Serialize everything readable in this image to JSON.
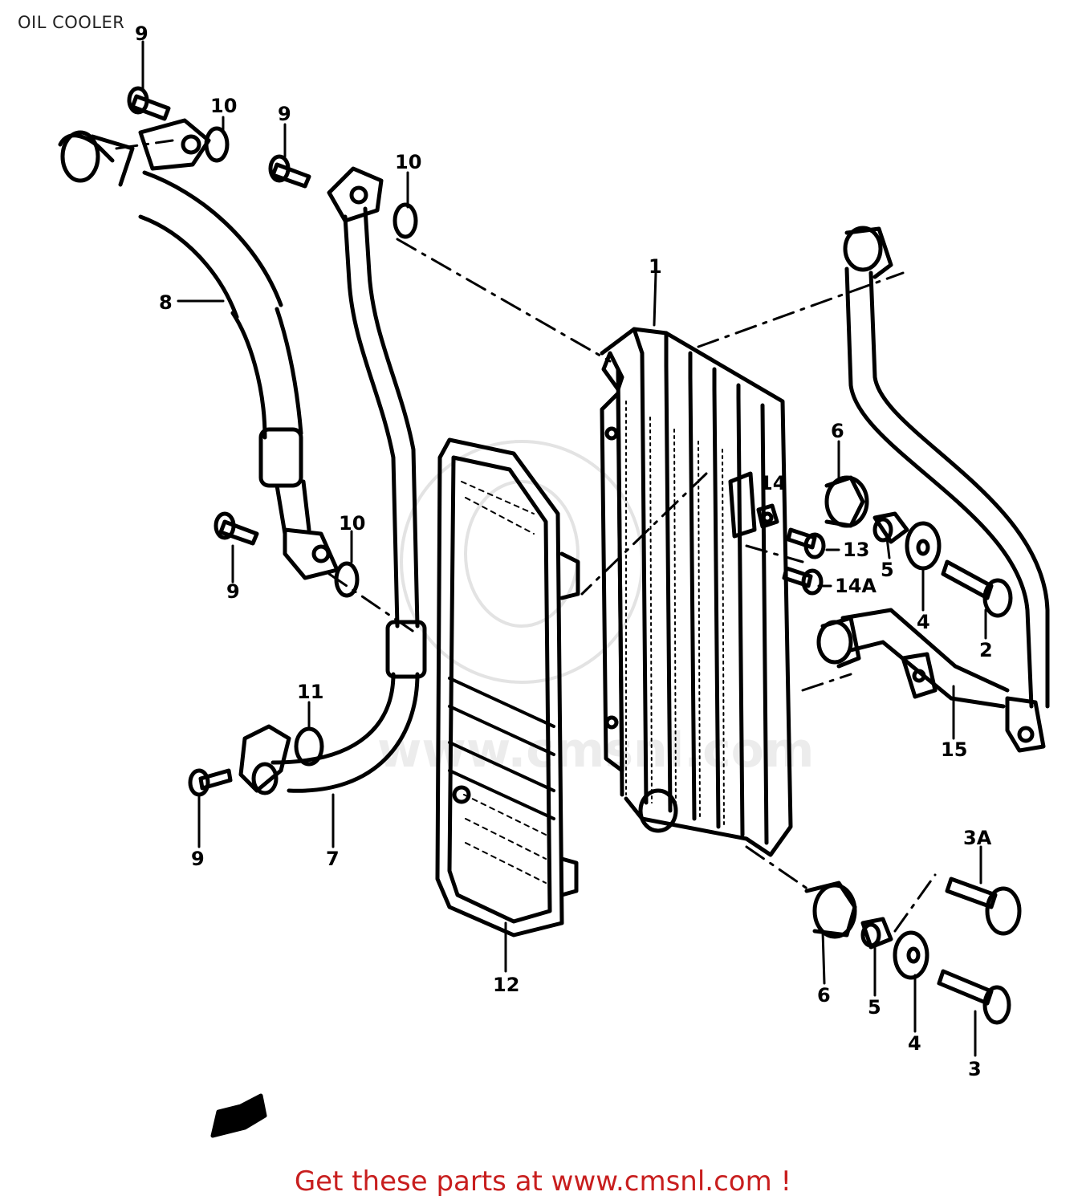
{
  "page_title": "OIL COOLER",
  "footer": "Get these parts at www.cmsnl.com !",
  "watermark": "www.cmsnl.com",
  "callouts": [
    "9",
    "10",
    "9",
    "10",
    "8",
    "1",
    "6",
    "14",
    "13",
    "5",
    "4",
    "2",
    "10",
    "9",
    "14A",
    "15",
    "11",
    "9",
    "7",
    "12",
    "3A",
    "6",
    "5",
    "4",
    "3"
  ],
  "colors": {
    "ink": "#000000",
    "footer": "#c81e1e",
    "background": "#ffffff"
  }
}
